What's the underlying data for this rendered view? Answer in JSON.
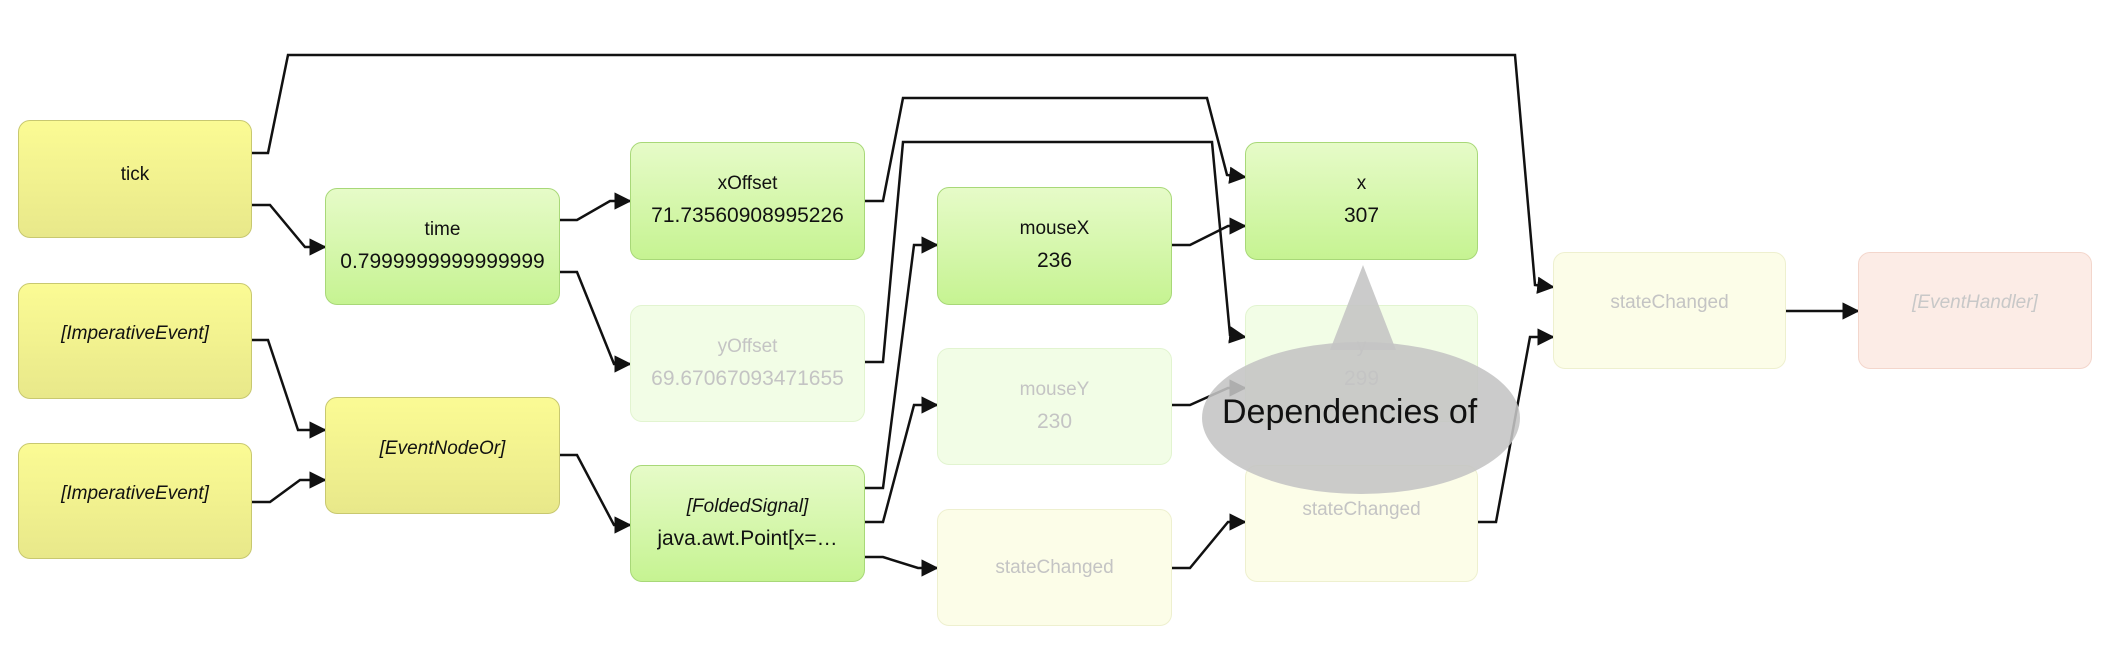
{
  "nodes": {
    "tick": {
      "title": "tick"
    },
    "imperative1": {
      "title": "[ImperativeEvent]"
    },
    "imperative2": {
      "title": "[ImperativeEvent]"
    },
    "time": {
      "title": "time",
      "value": "0.7999999999999999"
    },
    "eventNodeOr": {
      "title": "[EventNodeOr]"
    },
    "xOffset": {
      "title": "xOffset",
      "value": "71.73560908995226"
    },
    "yOffset": {
      "title": "yOffset",
      "value": "69.67067093471655"
    },
    "foldedSignal": {
      "title": "[FoldedSignal]",
      "value": "java.awt.Point[x=…"
    },
    "mouseX": {
      "title": "mouseX",
      "value": "236"
    },
    "mouseY": {
      "title": "mouseY",
      "value": "230"
    },
    "stateChanged1": {
      "title": "stateChanged"
    },
    "x": {
      "title": "x",
      "value": "307"
    },
    "y": {
      "title": "y",
      "value": "299"
    },
    "stateChanged2": {
      "title": "stateChanged"
    },
    "stateChanged3": {
      "title": "stateChanged"
    },
    "eventHandler": {
      "title": "[EventHandler]"
    }
  },
  "callout": {
    "text": "Dependencies of"
  },
  "colors": {
    "yellow_node": "#fbfb94",
    "green_node": "#c6f392",
    "edge": "#111111",
    "callout_bubble": "#c8c8c8"
  }
}
